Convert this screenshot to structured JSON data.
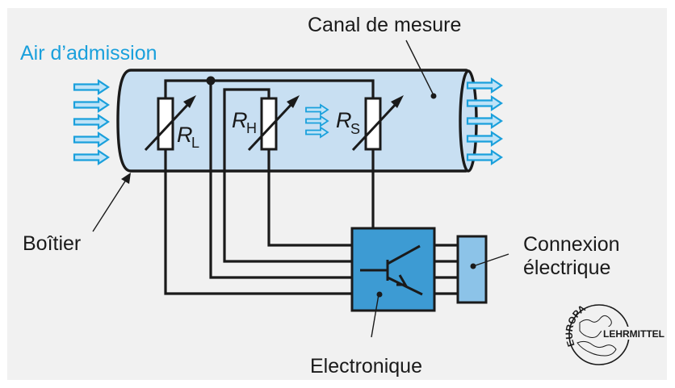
{
  "diagram": {
    "title": "Débitmètre d'air à film chaud",
    "labels": {
      "intake_air": "Air d’admission",
      "measuring_channel": "Canal de mesure",
      "housing": "Boîtier",
      "electrical_connection_line1": "Connexion",
      "electrical_connection_line2": "électrique",
      "electronics": "Electronique"
    },
    "resistors": [
      {
        "id": "RL",
        "symbol": "R",
        "subscript": "L"
      },
      {
        "id": "RH",
        "symbol": "R",
        "subscript": "H"
      },
      {
        "id": "RS",
        "symbol": "R",
        "subscript": "S"
      }
    ],
    "logo": {
      "top_text": "EUROPA",
      "bottom_text": "LEHRMITTEL"
    },
    "colors": {
      "background": "#f1f1f1",
      "channel_fill": "#c8dff2",
      "electronics_fill": "#3d9bd3",
      "connector_fill": "#8cc3e8",
      "airflow_arrow": "#1aa0dc",
      "line": "#1a1a1a"
    }
  }
}
